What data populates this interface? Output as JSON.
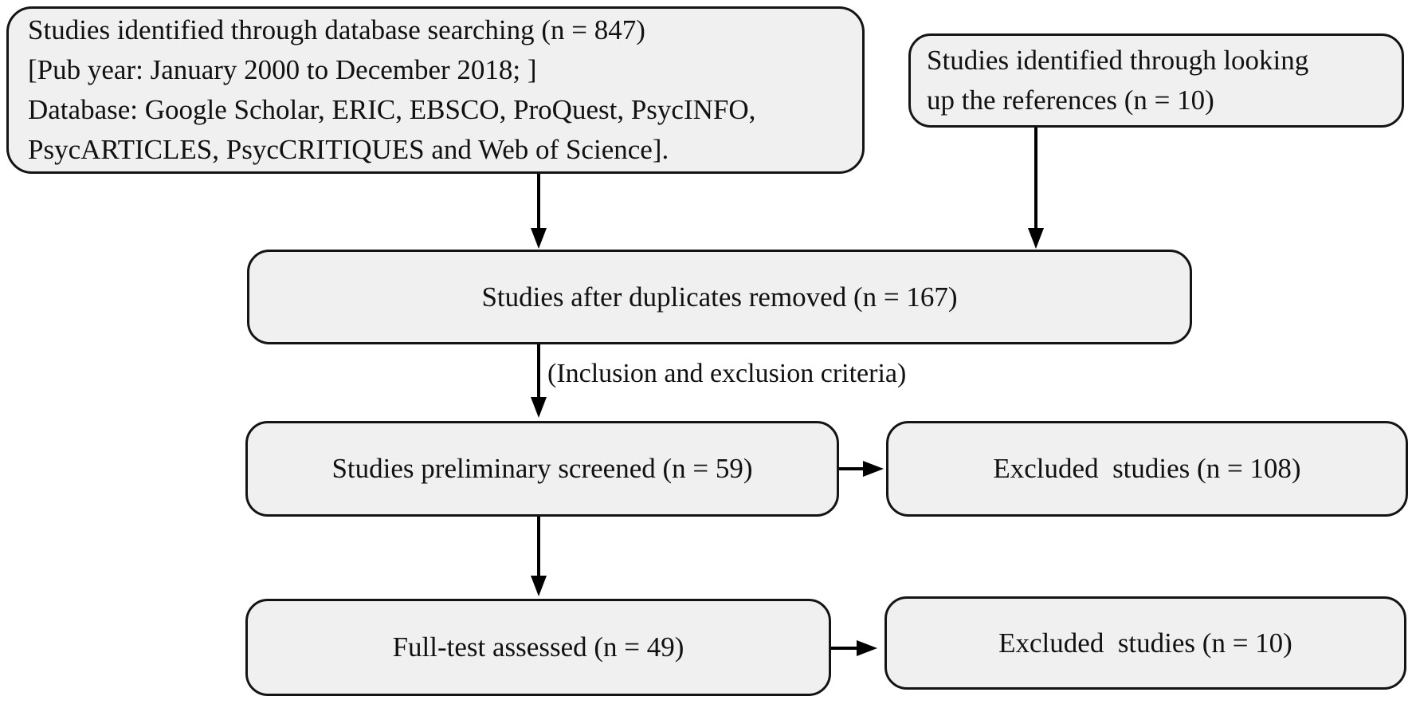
{
  "flowchart": {
    "boxes": {
      "database_search": {
        "lines": [
          "Studies identified through database searching (n = 847)",
          "[Pub year: January 2000 to December 2018; ]",
          "Database: Google Scholar, ERIC, EBSCO, ProQuest, PsycINFO,",
          "PsycARTICLES, PsycCRITIQUES and Web of Science]."
        ],
        "count": 847
      },
      "reference_search": {
        "lines": [
          "Studies identified through looking",
          "up the references (n = 10)"
        ],
        "count": 10
      },
      "duplicates_removed": {
        "label": "Studies after duplicates removed (n = 167)",
        "count": 167
      },
      "preliminary_screened": {
        "label": "Studies preliminary screened (n = 59)",
        "count": 59
      },
      "excluded_after_screening": {
        "label": "Excluded  studies (n = 108)",
        "count": 108
      },
      "full_test_assessed": {
        "label": "Full-test assessed (n = 49)",
        "count": 49
      },
      "excluded_after_full_test": {
        "label": "Excluded  studies (n = 10)",
        "count": 10
      }
    },
    "annotations": {
      "criteria_note": "(Inclusion and exclusion criteria)"
    },
    "edges": [
      {
        "from": "database_search",
        "to": "duplicates_removed"
      },
      {
        "from": "reference_search",
        "to": "duplicates_removed"
      },
      {
        "from": "duplicates_removed",
        "to": "preliminary_screened",
        "label": "(Inclusion and exclusion criteria)"
      },
      {
        "from": "preliminary_screened",
        "to": "excluded_after_screening"
      },
      {
        "from": "preliminary_screened",
        "to": "full_test_assessed"
      },
      {
        "from": "full_test_assessed",
        "to": "excluded_after_full_test"
      }
    ],
    "colors": {
      "box_fill": "#f1f0f0",
      "box_border": "#141414",
      "arrow": "#000000",
      "text": "#111111",
      "background": "#ffffff"
    }
  }
}
